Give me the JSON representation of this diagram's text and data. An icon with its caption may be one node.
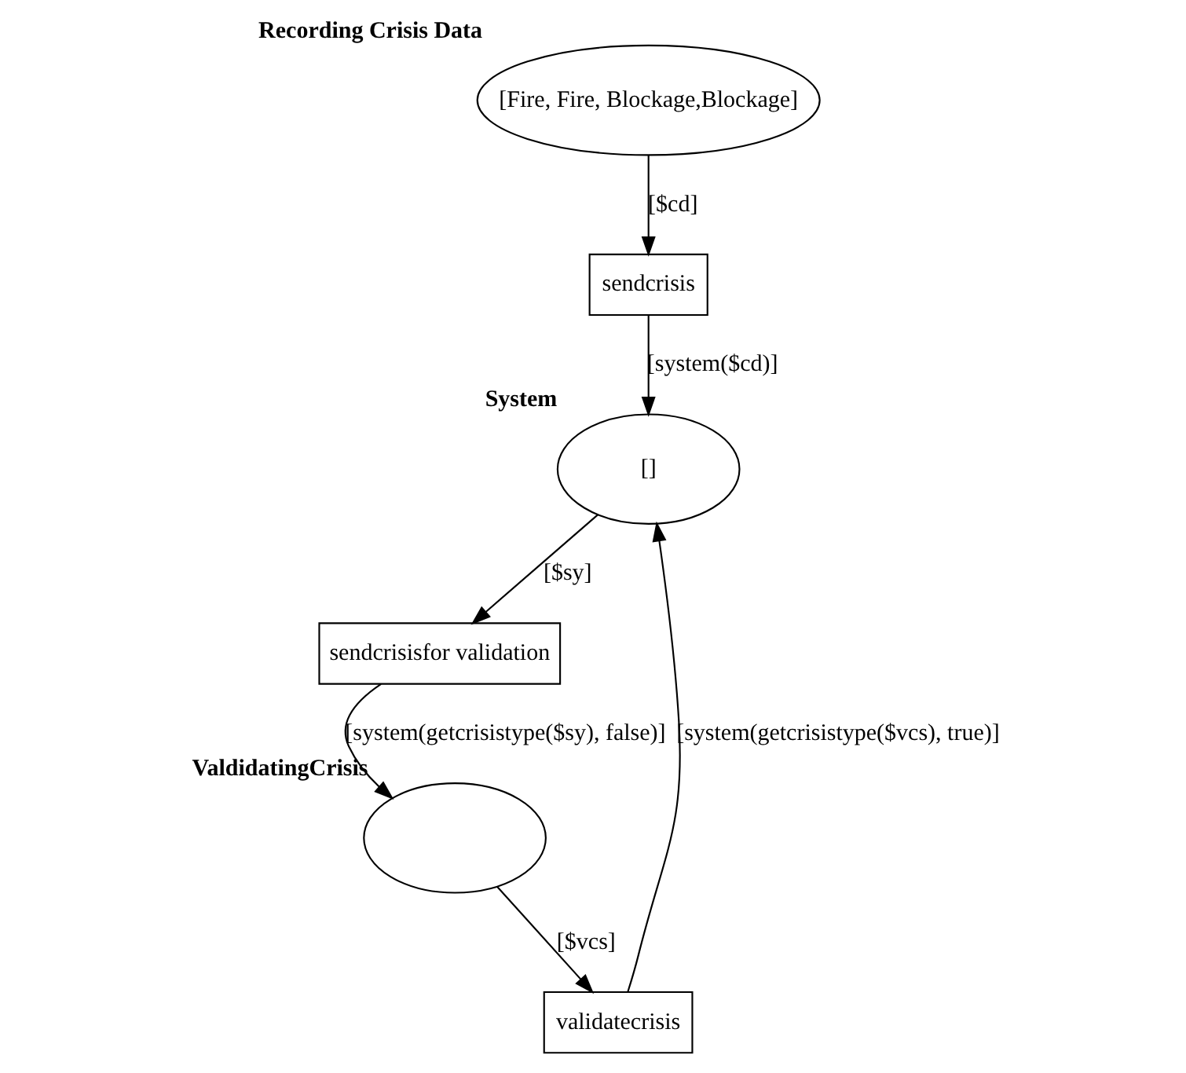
{
  "diagram": {
    "nodes": [
      {
        "text": [
          "Recording Crisis Data",
          "[Fire, Fire, Blockage,Blockage]"
        ]
      },
      {
        "text": [
          "sendcrisis"
        ]
      },
      {
        "text": [
          "System",
          "[]"
        ]
      },
      {
        "text": [
          "sendcrisisfor validation"
        ]
      },
      {
        "text": [
          "ValdidatingCrisis"
        ]
      },
      {
        "text": [
          "validatecrisis"
        ]
      }
    ],
    "edges": [
      {
        "from": 0,
        "to": 1,
        "arrow": "to",
        "label": "[$cd]"
      },
      {
        "from": 1,
        "to": 2,
        "arrow": "to",
        "label": "[system($cd)]"
      },
      {
        "from": 2,
        "to": 3,
        "arrow": "to",
        "label": "[$sy]"
      },
      {
        "from": 3,
        "to": 4,
        "arrow": "to",
        "label": "[system(getcrisistype($sy), false)]"
      },
      {
        "from": 4,
        "to": 5,
        "arrow": "to",
        "label": "[$vcs]"
      },
      {
        "from": 5,
        "to": 2,
        "arrow": "to",
        "label": "[system(getcrisistype($vcs), true)]"
      }
    ]
  }
}
